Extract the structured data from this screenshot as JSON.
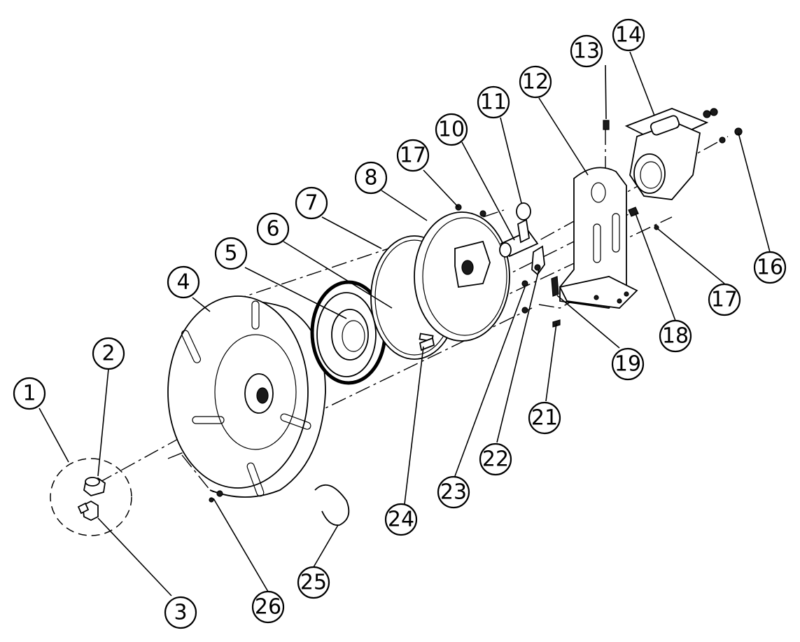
{
  "diagram": {
    "callouts": [
      {
        "id": "1",
        "label": "1"
      },
      {
        "id": "2",
        "label": "2"
      },
      {
        "id": "3",
        "label": "3"
      },
      {
        "id": "4",
        "label": "4"
      },
      {
        "id": "5",
        "label": "5"
      },
      {
        "id": "6",
        "label": "6"
      },
      {
        "id": "7",
        "label": "7"
      },
      {
        "id": "8",
        "label": "8"
      },
      {
        "id": "10",
        "label": "10"
      },
      {
        "id": "11",
        "label": "11"
      },
      {
        "id": "12",
        "label": "12"
      },
      {
        "id": "13",
        "label": "13"
      },
      {
        "id": "14",
        "label": "14"
      },
      {
        "id": "16",
        "label": "16"
      },
      {
        "id": "17a",
        "label": "17"
      },
      {
        "id": "17b",
        "label": "17"
      },
      {
        "id": "18",
        "label": "18"
      },
      {
        "id": "19",
        "label": "19"
      },
      {
        "id": "21",
        "label": "21"
      },
      {
        "id": "22",
        "label": "22"
      },
      {
        "id": "23",
        "label": "23"
      },
      {
        "id": "24",
        "label": "24"
      },
      {
        "id": "25",
        "label": "25"
      },
      {
        "id": "26",
        "label": "26"
      }
    ],
    "colors": {
      "line": "#000000",
      "background": "#ffffff"
    }
  }
}
